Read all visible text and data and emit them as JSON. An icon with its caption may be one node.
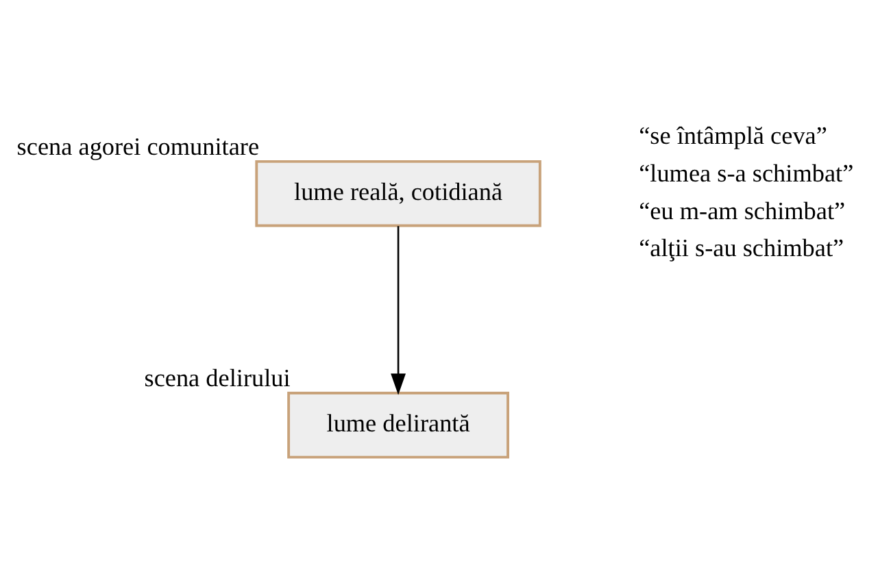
{
  "diagram": {
    "nodes": [
      {
        "text": [
          "lume reală, cotidiană"
        ],
        "beside": [
          "scena agorei comunitare"
        ]
      },
      {
        "text": [
          "lume delirantă"
        ],
        "beside": [
          "scena delirului"
        ]
      }
    ],
    "edges": [
      {
        "from": 0,
        "to": 1,
        "arrow": "to"
      }
    ],
    "labels": [
      "“se întâmplă ceva”",
      "“lumea s-a schimbat”",
      "“eu m-am schimbat”",
      "“alţii s-au schimbat”"
    ]
  }
}
